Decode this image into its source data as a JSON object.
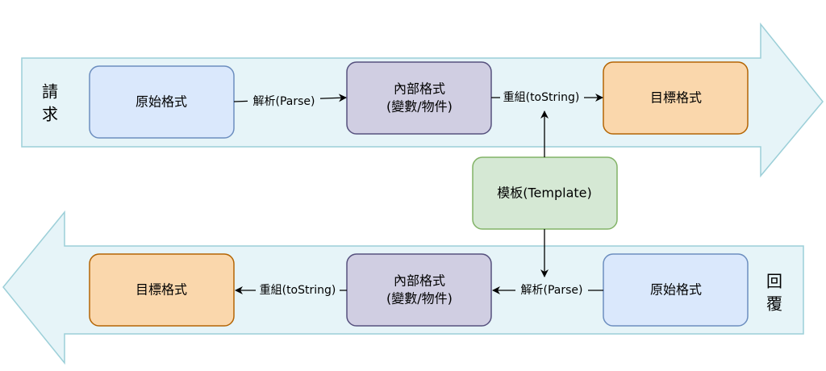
{
  "labels": {
    "request_side": [
      "請",
      "求"
    ],
    "response_side": [
      "回",
      "覆"
    ]
  },
  "request_row": {
    "source_box": "原始格式",
    "parse_edge": "解析(Parse)",
    "internal_box": [
      "內部格式",
      "(變數/物件)"
    ],
    "tostring_edge": "重組(toString)",
    "target_box": "目標格式"
  },
  "template_box": "模板(Template)",
  "response_row": {
    "source_box": "原始格式",
    "parse_edge": "解析(Parse)",
    "internal_box": [
      "內部格式",
      "(變數/物件)"
    ],
    "tostring_edge": "重組(toString)",
    "target_box": "目標格式"
  },
  "colors": {
    "band_fill": "#e6f4f8",
    "band_stroke": "#9ccfd8",
    "source_fill": "#dae8fc",
    "source_stroke": "#6c8ebf",
    "internal_fill": "#d0cee2",
    "internal_stroke": "#56517e",
    "target_fill": "#fad7ac",
    "target_stroke": "#b46504",
    "template_fill": "#d5e8d4",
    "template_stroke": "#82b366"
  }
}
